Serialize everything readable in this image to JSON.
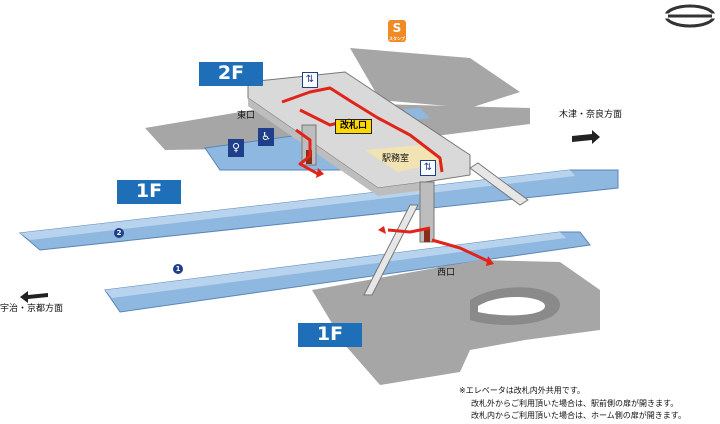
{
  "floors": {
    "upper": "2F",
    "lower_left": "1F",
    "lower_right": "1F"
  },
  "labels": {
    "east_exit": "東口",
    "west_exit": "西口",
    "ticket_gate": "改札口",
    "station_office": "駅務室"
  },
  "directions": {
    "kizu_nara": "木津・奈良方面",
    "uji_kyoto": "宇治・京都方面"
  },
  "platforms": {
    "p1": "1",
    "p2": "2"
  },
  "stamp": "スタンプ",
  "notes": [
    "※エレベータは改札内外共用です。",
    "改札外からご利用頂いた場合は、駅前側の扉が開きます。",
    "改札内からご利用頂いた場合は、ホーム側の扉が開きます。"
  ],
  "icons": [
    "rail-company-logo-icon",
    "stamp-icon",
    "elevator-icon",
    "restroom-icon",
    "accessible-icon",
    "direction-arrow-icon"
  ],
  "colors": {
    "floor_badge": "#1f6fb8",
    "route": "#e2231a",
    "platform": "#8fb8e0",
    "ground": "#a6a6a6",
    "concourse": "#d9d9d9",
    "ticket_gate": "#ffd800"
  }
}
